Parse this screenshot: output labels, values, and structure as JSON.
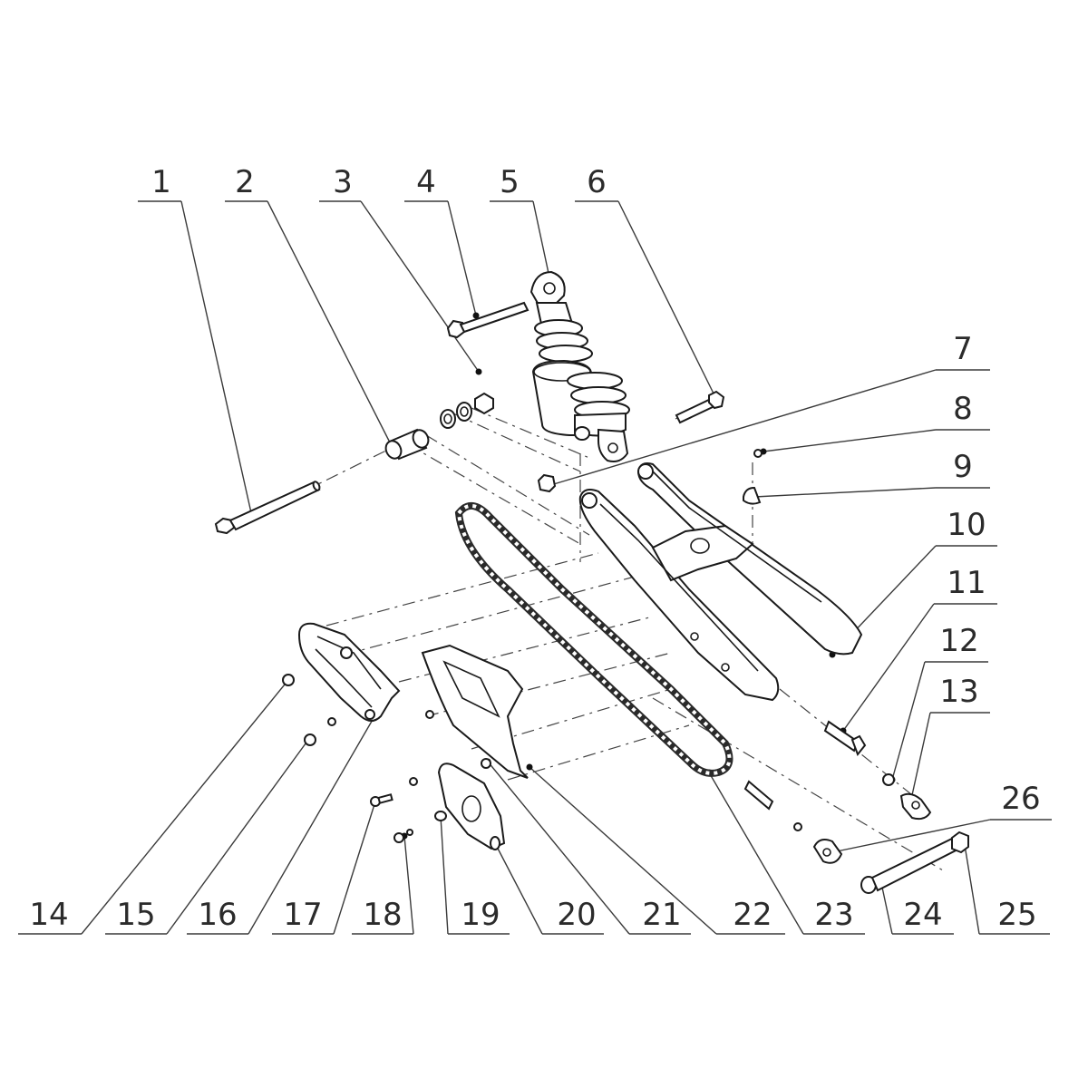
{
  "diagram": {
    "callouts_top": [
      {
        "id": "1",
        "label": "1"
      },
      {
        "id": "2",
        "label": "2"
      },
      {
        "id": "3",
        "label": "3"
      },
      {
        "id": "4",
        "label": "4"
      },
      {
        "id": "5",
        "label": "5"
      },
      {
        "id": "6",
        "label": "6"
      }
    ],
    "callouts_right": [
      {
        "id": "7",
        "label": "7"
      },
      {
        "id": "8",
        "label": "8"
      },
      {
        "id": "9",
        "label": "9"
      },
      {
        "id": "10",
        "label": "10"
      },
      {
        "id": "11",
        "label": "11"
      },
      {
        "id": "12",
        "label": "12"
      },
      {
        "id": "13",
        "label": "13"
      },
      {
        "id": "26",
        "label": "26"
      }
    ],
    "callouts_bottom": [
      {
        "id": "14",
        "label": "14"
      },
      {
        "id": "15",
        "label": "15"
      },
      {
        "id": "16",
        "label": "16"
      },
      {
        "id": "17",
        "label": "17"
      },
      {
        "id": "18",
        "label": "18"
      },
      {
        "id": "19",
        "label": "19"
      },
      {
        "id": "20",
        "label": "20"
      },
      {
        "id": "21",
        "label": "21"
      },
      {
        "id": "22",
        "label": "22"
      },
      {
        "id": "23",
        "label": "23"
      },
      {
        "id": "24",
        "label": "24"
      },
      {
        "id": "25",
        "label": "25"
      }
    ],
    "parts": [
      {
        "name": "pivot-bolt",
        "callout": "1"
      },
      {
        "name": "pivot-sleeve",
        "callout": "2"
      },
      {
        "name": "washer-set",
        "callout": "3"
      },
      {
        "name": "shock-upper-bolt",
        "callout": "4"
      },
      {
        "name": "rear-shock-absorber",
        "callout": "5"
      },
      {
        "name": "shock-lower-bolt",
        "callout": "6"
      },
      {
        "name": "shock-nut",
        "callout": "7"
      },
      {
        "name": "small-nut",
        "callout": "8"
      },
      {
        "name": "bracket-clip",
        "callout": "9"
      },
      {
        "name": "swing-arm",
        "callout": "10"
      },
      {
        "name": "adjuster-bolt",
        "callout": "11"
      },
      {
        "name": "adjuster-nut",
        "callout": "12"
      },
      {
        "name": "axle-block",
        "callout": "13"
      },
      {
        "name": "chain-slider-nut",
        "callout": "14"
      },
      {
        "name": "chain-slider-bolt",
        "callout": "15"
      },
      {
        "name": "chain-slider",
        "callout": "16"
      },
      {
        "name": "chain-guard-bolt",
        "callout": "17"
      },
      {
        "name": "chain-guide-nut",
        "callout": "18"
      },
      {
        "name": "chain-guide-washer",
        "callout": "19"
      },
      {
        "name": "chain-guide",
        "callout": "20"
      },
      {
        "name": "chain-guard",
        "callout": "21"
      },
      {
        "name": "chain-adjuster-screw",
        "callout": "22"
      },
      {
        "name": "drive-chain",
        "callout": "23"
      },
      {
        "name": "rear-axle",
        "callout": "24"
      },
      {
        "name": "axle-nut",
        "callout": "25"
      },
      {
        "name": "right-axle-block",
        "callout": "26"
      }
    ]
  }
}
